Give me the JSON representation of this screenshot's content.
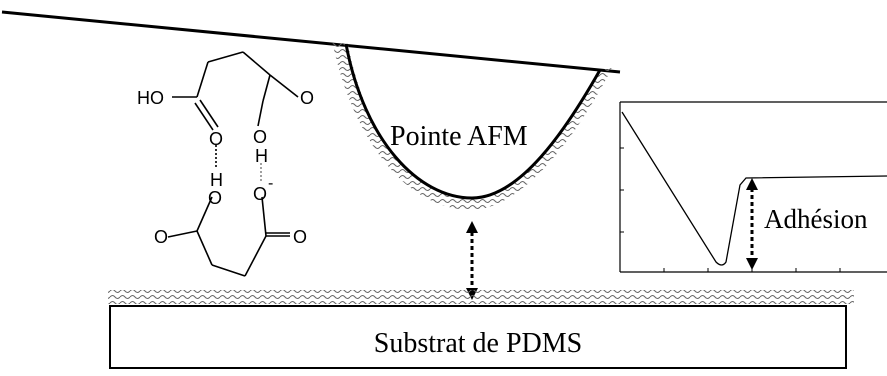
{
  "figure": {
    "tip_label": "Pointe AFM",
    "substrate_label": "Substrat de PDMS",
    "adhesion_label": "Adhésion"
  },
  "molecule": {
    "ho_label": "HO",
    "top_right_o": "O",
    "upper_left_o": "O",
    "upper_right_o": "O",
    "upper_right_h": "H",
    "middle_left_h": "H",
    "middle_right_o": "O",
    "middle_right_charge": "-",
    "lower_left_o": "O",
    "bottom_left_o": "O",
    "bottom_right_o": "O"
  },
  "colors": {
    "line": "#000000",
    "coating": "#666666",
    "background": "#ffffff"
  }
}
